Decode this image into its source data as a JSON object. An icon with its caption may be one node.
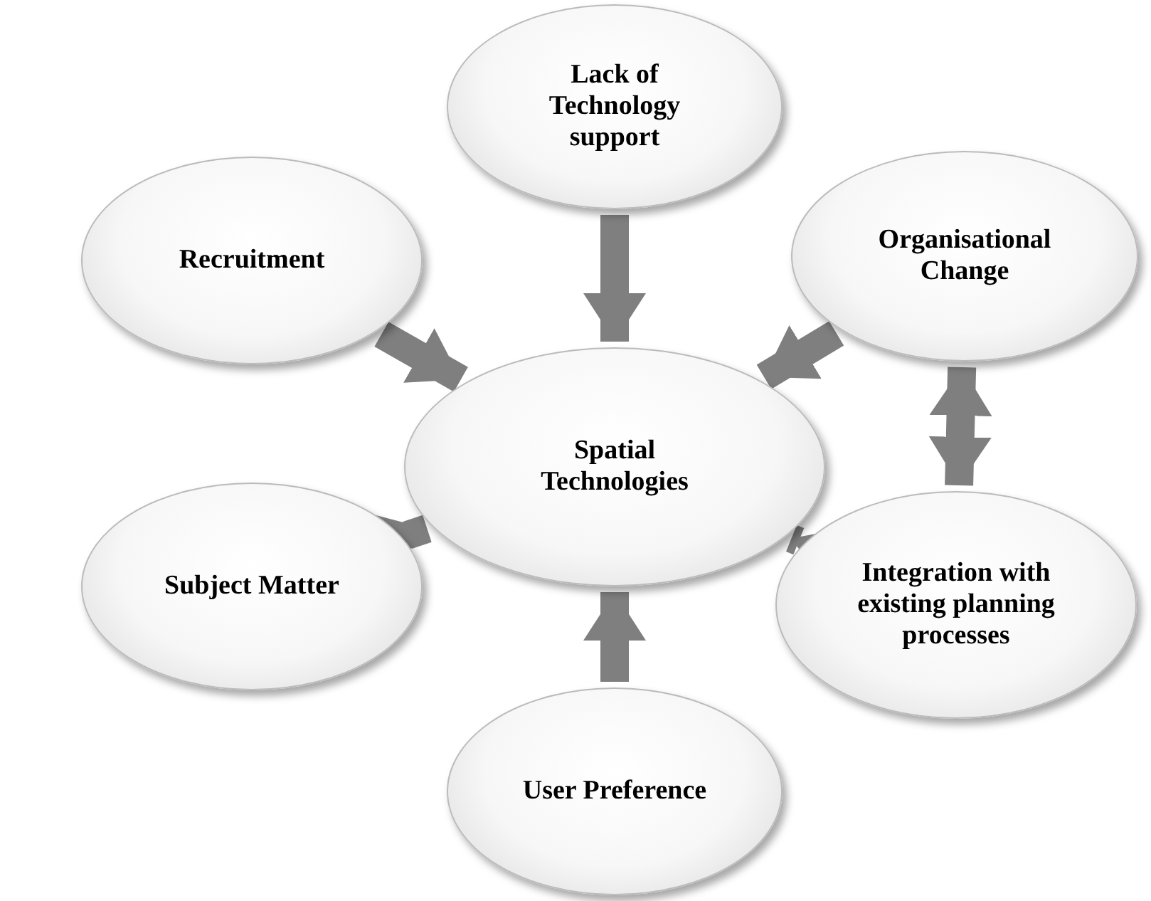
{
  "diagram": {
    "nodes": [
      {
        "text": [
          "Lack of Technology support"
        ]
      },
      {
        "text": [
          "Recruitment"
        ]
      },
      {
        "text": [
          "Organisational Change"
        ]
      },
      {
        "text": [
          "Spatial Technologies"
        ]
      },
      {
        "text": [
          "Subject Matter"
        ]
      },
      {
        "text": [
          "Integration with existing planning processes"
        ]
      },
      {
        "text": [
          "User Preference"
        ]
      }
    ],
    "edges": [
      {
        "from": 0,
        "to": 3,
        "arrow": "to"
      },
      {
        "from": 1,
        "to": 3,
        "arrow": "to"
      },
      {
        "from": 2,
        "to": 3,
        "arrow": "to"
      },
      {
        "from": 2,
        "to": 5,
        "arrow": "both"
      },
      {
        "from": 5,
        "to": 3,
        "arrow": "to"
      },
      {
        "from": 4,
        "to": 3,
        "arrow": "to"
      },
      {
        "from": 6,
        "to": 3,
        "arrow": "to"
      }
    ]
  }
}
